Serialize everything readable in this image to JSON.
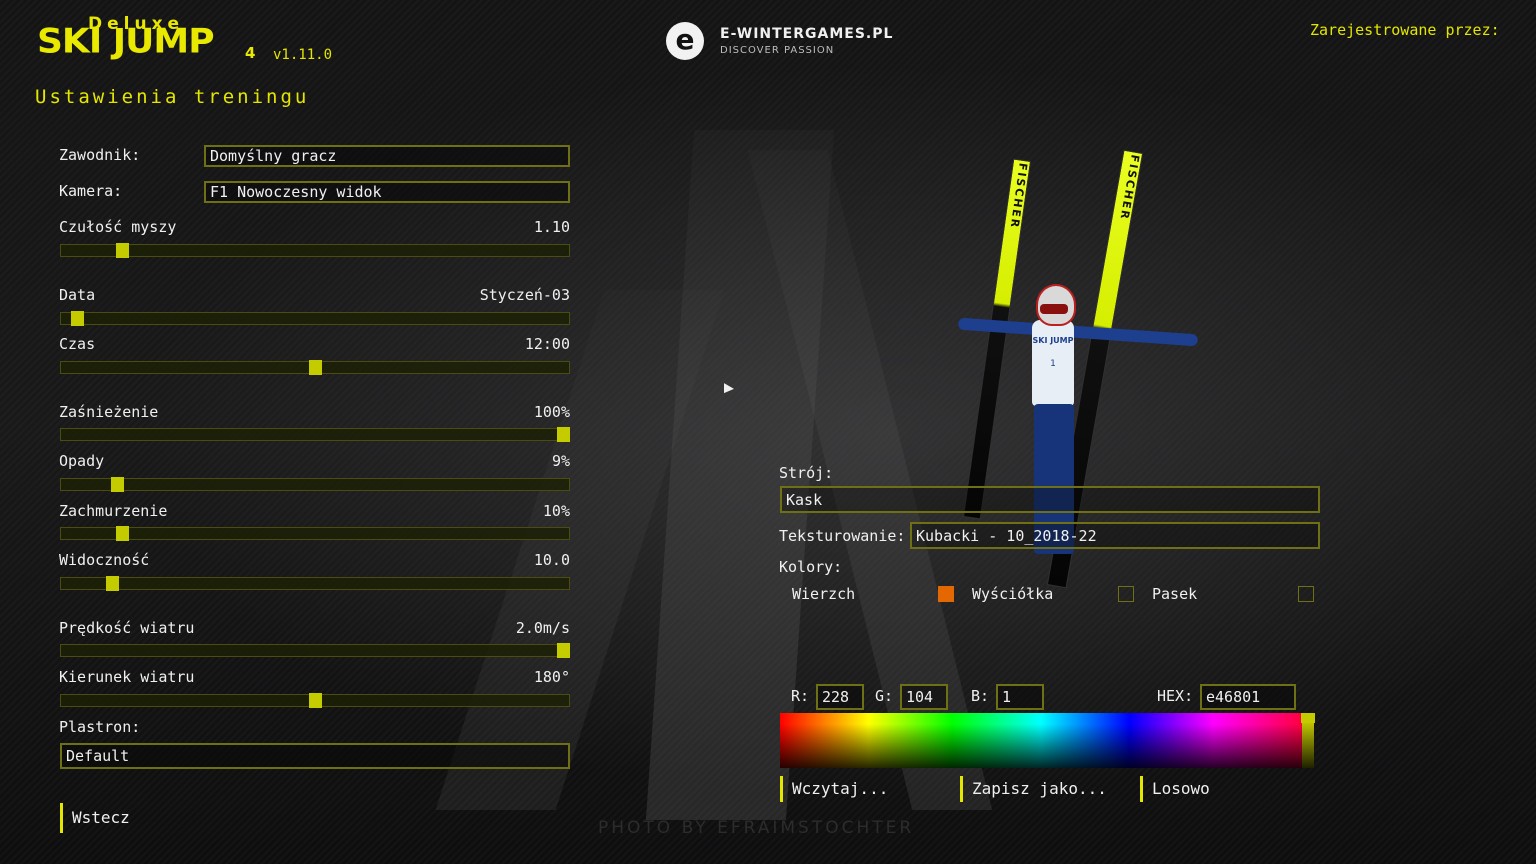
{
  "header": {
    "logo_deluxe": "Deluxe",
    "logo_main": "SKI JUMP",
    "logo_number": "4",
    "version": "v1.11.0",
    "page_title": "Ustawienia treningu",
    "partner_badge": "e",
    "partner_name": "E-WINTERGAMES.PL",
    "partner_slogan": "DISCOVER PASSION",
    "registered_label": "Zarejestrowane przez:"
  },
  "settings": {
    "player_label": "Zawodnik:",
    "player_value": "Domyślny gracz",
    "camera_label": "Kamera:",
    "camera_value": "F1 Nowoczesny widok",
    "sliders": [
      {
        "label": "Czułość myszy",
        "value": "1.10",
        "level": 0.11
      },
      {
        "label": "Data",
        "value": "Styczeń-03",
        "level": 0.02
      },
      {
        "label": "Czas",
        "value": "12:00",
        "level": 0.5
      },
      {
        "label": "Zaśnieżenie",
        "value": "100%",
        "level": 1.0
      },
      {
        "label": "Opady",
        "value": "9%",
        "level": 0.1
      },
      {
        "label": "Zachmurzenie",
        "value": "10%",
        "level": 0.11
      },
      {
        "label": "Widoczność",
        "value": "10.0",
        "level": 0.09
      },
      {
        "label": "Prędkość wiatru",
        "value": "2.0m/s",
        "level": 1.0
      },
      {
        "label": "Kierunek wiatru",
        "value": "180°",
        "level": 0.5
      }
    ],
    "bib_label": "Plastron:",
    "bib_value": "Default",
    "back_label": "Wstecz"
  },
  "outfit": {
    "outfit_label": "Strój:",
    "outfit_value": "Kask",
    "texture_label": "Teksturowanie:",
    "texture_value": "Kubacki - 10_2018-22",
    "colors_label": "Kolory:",
    "color_slots": [
      {
        "label": "Wierzch",
        "color": "#e46801"
      },
      {
        "label": "Wyściółka",
        "color": ""
      },
      {
        "label": "Pasek",
        "color": ""
      }
    ],
    "r_label": "R:",
    "r_value": "228",
    "g_label": "G:",
    "g_value": "104",
    "b_label": "B:",
    "b_value": "1",
    "hex_label": "HEX:",
    "hex_value": "e46801",
    "load_label": "Wczytaj...",
    "save_as_label": "Zapisz jako...",
    "random_label": "Losowo",
    "jumper_ski_brand": "FISCHER",
    "jumper_bib_text": "SKI JUMP",
    "jumper_bib_number": "1"
  },
  "footer": {
    "watermark": "PHOTO BY EFRAIMSTOCHTER"
  },
  "colors": {
    "accent": "#e3e600",
    "slider_knob": "#c4cc00",
    "background": "#0f0f10",
    "selected_swatch": "#e46801"
  }
}
